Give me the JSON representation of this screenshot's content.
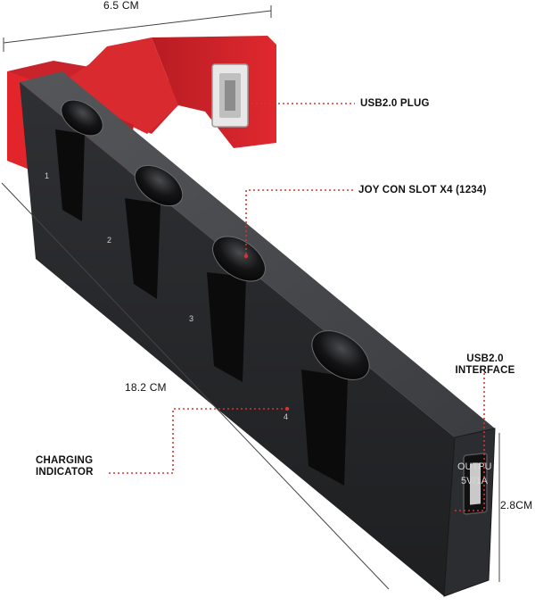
{
  "dimensions": {
    "width": "6.5 CM",
    "length": "18.2 CM",
    "height": "2.8CM"
  },
  "callouts": {
    "usb_plug": "USB2.0 PLUG",
    "joycon_slots": "JOY CON SLOT X4 (1234)",
    "usb_interface_line1": "USB2.0",
    "usb_interface_line2": "INTERFACE",
    "charging_line1": "CHARGING",
    "charging_line2": "INDICATOR"
  },
  "device": {
    "slot_numbers": [
      "1",
      "2",
      "3",
      "4"
    ],
    "port_label_line1": "OUTPU",
    "port_label_line2": "5V/1A"
  },
  "colors": {
    "body": "#3a3b3d",
    "body_dark": "#242527",
    "accent_red": "#d2232a",
    "callout_dots": "#d8332f"
  }
}
